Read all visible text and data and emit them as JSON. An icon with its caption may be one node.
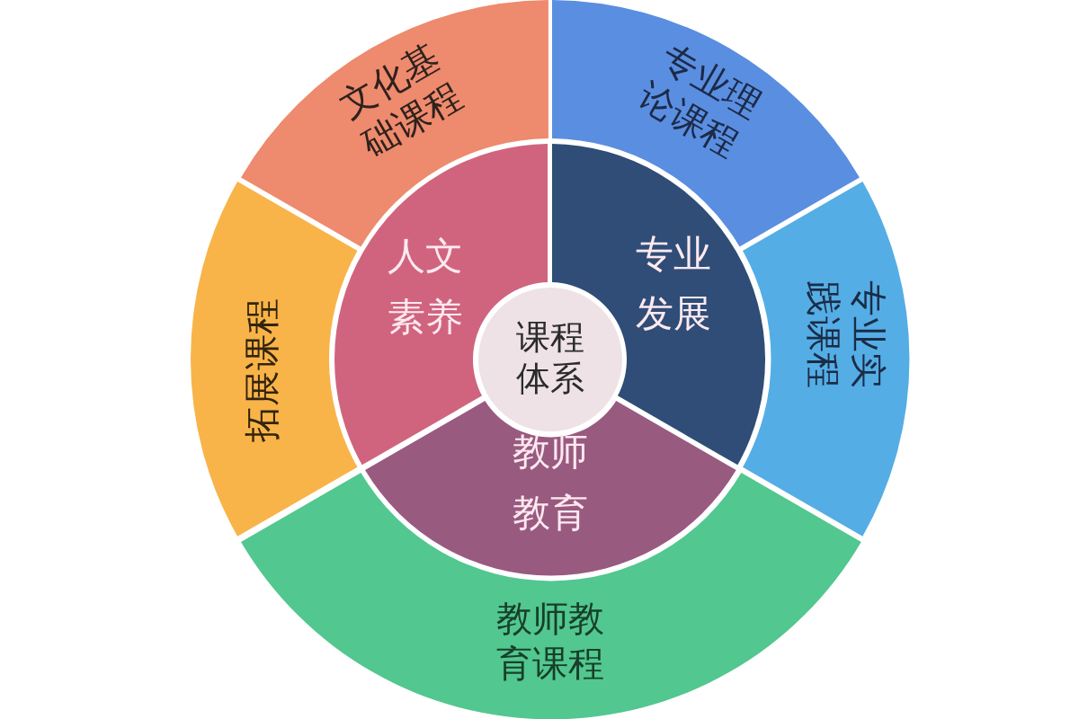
{
  "diagram": {
    "nodes": [
      {
        "text": [
          "文化基础课程"
        ]
      },
      {
        "text": [
          "专业理论课程"
        ]
      },
      {
        "text": [
          "人文素养"
        ]
      },
      {
        "text": [
          "专业发展"
        ]
      },
      {
        "text": [
          "拓展课程"
        ]
      },
      {
        "text": [
          "专业实践课程"
        ]
      },
      {
        "text": [
          "课程体系"
        ]
      },
      {
        "text": [
          "教师教育"
        ]
      },
      {
        "text": [
          "教师教育课程"
        ]
      }
    ]
  }
}
